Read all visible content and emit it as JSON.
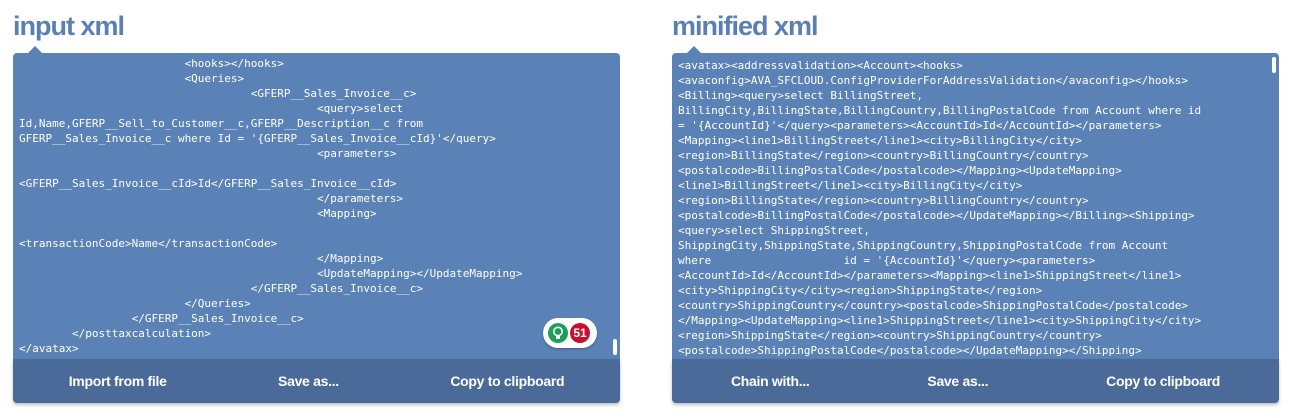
{
  "input": {
    "title": "input xml",
    "code": "                         <hooks></hooks>\n                         <Queries>\n                                   <GFERP__Sales_Invoice__c>\n                                             <query>select\nId,Name,GFERP__Sell_to_Customer__c,GFERP__Description__c from\nGFERP__Sales_Invoice__c where Id = '{GFERP__Sales_Invoice__cId}'</query>\n                                             <parameters>\n\n<GFERP__Sales_Invoice__cId>Id</GFERP__Sales_Invoice__cId>\n                                             </parameters>\n                                             <Mapping>\n\n<transactionCode>Name</transactionCode>\n                                             </Mapping>\n                                             <UpdateMapping></UpdateMapping>\n                                   </GFERP__Sales_Invoice__c>\n                         </Queries>\n                 </GFERP__Sales_Invoice__c>\n        </posttaxcalculation>\n</avatax>",
    "badge_count": "51",
    "buttons": {
      "import": "Import from file",
      "save": "Save as...",
      "copy": "Copy to clipboard"
    }
  },
  "output": {
    "title": "minified xml",
    "code": "<avatax><addressvalidation><Account><hooks>\n<avaconfig>AVA_SFCLOUD.ConfigProviderForAddressValidation</avaconfig></hooks>\n<Billing><query>select BillingStreet,\nBillingCity,BillingState,BillingCountry,BillingPostalCode from Account where id\n= '{AccountId}'</query><parameters><AccountId>Id</AccountId></parameters>\n<Mapping><line1>BillingStreet</line1><city>BillingCity</city>\n<region>BillingState</region><country>BillingCountry</country>\n<postalcode>BillingPostalCode</postalcode></Mapping><UpdateMapping>\n<line1>BillingStreet</line1><city>BillingCity</city>\n<region>BillingState</region><country>BillingCountry</country>\n<postalcode>BillingPostalCode</postalcode></UpdateMapping></Billing><Shipping>\n<query>select ShippingStreet,\nShippingCity,ShippingState,ShippingCountry,ShippingPostalCode from Account\nwhere                    id = '{AccountId}'</query><parameters>\n<AccountId>Id</AccountId></parameters><Mapping><line1>ShippingStreet</line1>\n<city>ShippingCity</city><region>ShippingState</region>\n<country>ShippingCountry</country><postalcode>ShippingPostalCode</postalcode>\n</Mapping><UpdateMapping><line1>ShippingStreet</line1><city>ShippingCity</city>\n<region>ShippingState</region><country>ShippingCountry</country>\n<postalcode>ShippingPostalCode</postalcode></UpdateMapping></Shipping>",
    "buttons": {
      "chain": "Chain with...",
      "save": "Save as...",
      "copy": "Copy to clipboard"
    }
  },
  "icons": {
    "badge": "lightbulb-icon"
  },
  "colors": {
    "accent": "#5a7fb5",
    "editor_bg": "#5a82b6",
    "footer_bg": "#4a6a9a",
    "badge_red": "#c8102e",
    "badge_green": "#1e9e5a"
  }
}
